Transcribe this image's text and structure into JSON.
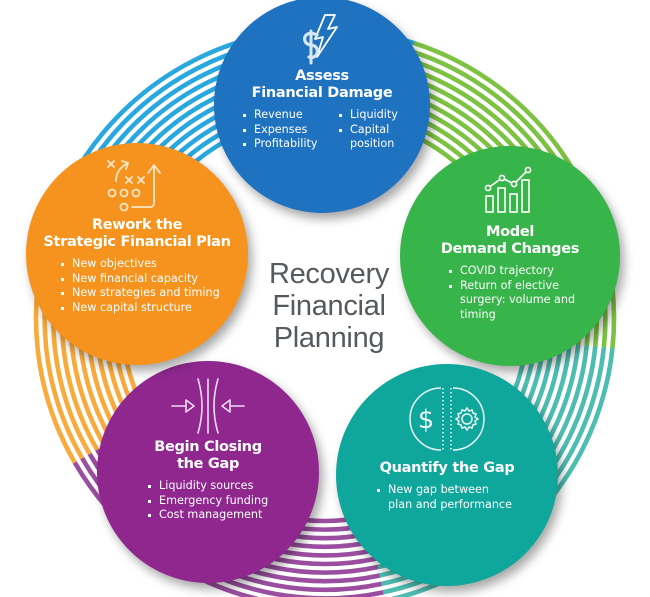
{
  "center": {
    "lines": [
      "Recovery",
      "Financial",
      "Planning"
    ]
  },
  "colors": {
    "blue": "#1f72bf",
    "blue_ring": "#29a8df",
    "green": "#37b44a",
    "green_ring": "#7dc242",
    "teal": "#0fa69c",
    "teal_ring": "#4dbcb1",
    "purple": "#8f278f",
    "purple_ring": "#9b4ea0",
    "orange": "#f5931e",
    "orange_ring": "#f8ab3c",
    "center_text": "#555a5f"
  },
  "steps": [
    {
      "id": "assess",
      "icon": "dollar-lightning-icon",
      "title_lines": [
        "Assess",
        "Financial Damage"
      ],
      "bullets_left": [
        "Revenue",
        "Expenses",
        "Profitability"
      ],
      "bullets_right": [
        "Liquidity",
        "Capital position"
      ]
    },
    {
      "id": "model",
      "icon": "bar-line-chart-icon",
      "title_lines": [
        "Model",
        "Demand Changes"
      ],
      "bullets": [
        "COVID trajectory",
        "Return of elective surgery: volume and timing"
      ]
    },
    {
      "id": "quantify",
      "icon": "dollar-gear-gap-icon",
      "title_lines": [
        "Quantify the Gap"
      ],
      "bullets": [
        "New gap between plan and performance"
      ]
    },
    {
      "id": "closing",
      "icon": "closing-arrows-icon",
      "title_lines": [
        "Begin Closing",
        "the Gap"
      ],
      "bullets": [
        "Liquidity sources",
        "Emergency funding",
        "Cost management"
      ]
    },
    {
      "id": "rework",
      "icon": "strategy-play-icon",
      "title_lines": [
        "Rework the",
        "Strategic Financial Plan"
      ],
      "bullets": [
        "New objectives",
        "New financial capacity",
        "New strategies and timing",
        "New capital structure"
      ]
    }
  ]
}
